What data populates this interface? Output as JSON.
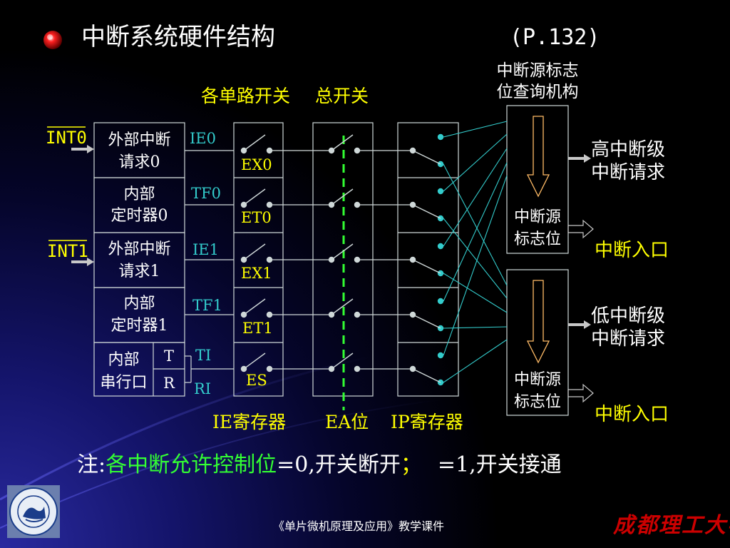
{
  "slide": {
    "title": "中断系统硬件结构",
    "page_ref": "(P.132)",
    "footer": "《单片微机原理及应用》教学课件",
    "university_signature": "成都理工大学"
  },
  "diagram": {
    "label_switches": "各单路开关",
    "label_master": "总开关",
    "label_query": [
      "中断源标志",
      "位查询机构"
    ],
    "label_high": [
      "高中断级",
      "中断请求"
    ],
    "label_low": [
      "低中断级",
      "中断请求"
    ],
    "entry": "中断入口",
    "flag_bit": [
      "中断源",
      "标志位"
    ],
    "int0": "INT0",
    "int1": "INT1",
    "sources": [
      {
        "line1": "外部中断",
        "line2": "请求0",
        "flag": "IE0",
        "enable": "EX0"
      },
      {
        "line1": "内部",
        "line2": "定时器0",
        "flag": "TF0",
        "enable": "ET0"
      },
      {
        "line1": "外部中断",
        "line2": "请求1",
        "flag": "IE1",
        "enable": "EX1"
      },
      {
        "line1": "内部",
        "line2": "定时器1",
        "flag": "TF1",
        "enable": "ET1"
      }
    ],
    "serial": {
      "line1": "内部",
      "line2": "串行口",
      "t": "T",
      "r": "R",
      "ti": "TI",
      "ri": "RI",
      "enable": "ES"
    },
    "reg_ie": "IE寄存器",
    "reg_ea": "EA位",
    "reg_ip": "IP寄存器"
  },
  "note": {
    "prefix": "注:",
    "highlight": "各中断允许控制位",
    "zero_text": "=0,开关断开",
    "semicolon": "；",
    "one_text": "=1,开关接通"
  },
  "logo": {
    "chars": "成都理工大学"
  },
  "colors": {
    "background": "#000000",
    "title_white": "#ffffff",
    "yellow": "#ffff00",
    "cyan": "#33cccc",
    "green": "#33ff33",
    "line": "#cfd8d8",
    "arrow_fill": "#c8c8c8",
    "big_arrow_outline": "#ffbb66",
    "signature_red": "#cc0000"
  }
}
